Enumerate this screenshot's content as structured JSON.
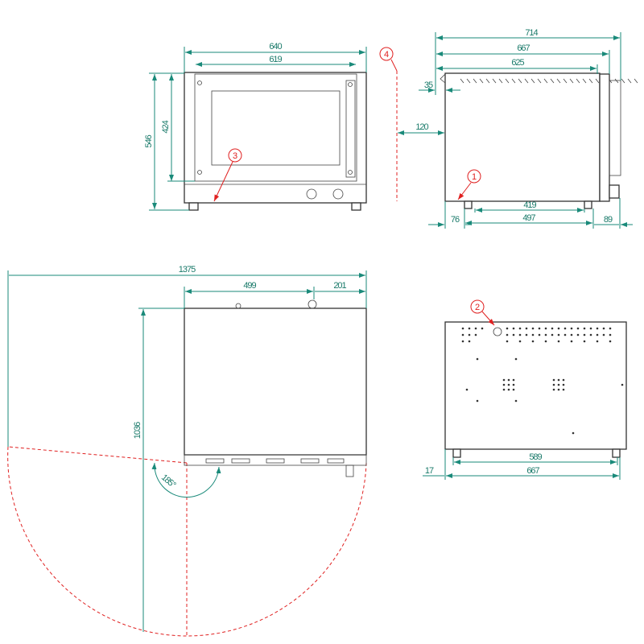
{
  "front_view": {
    "width_outer": "640",
    "width_inner": "619",
    "height_total": "546",
    "height_door": "424",
    "callout": "3"
  },
  "side_view": {
    "depth_total": "714",
    "depth_body": "667",
    "depth_top": "625",
    "offset_top": "35",
    "clearance": "120",
    "feet_inner": "419",
    "feet_outer": "497",
    "rear_offset": "76",
    "front_offset": "89",
    "callout": "1",
    "plane_callout": "4"
  },
  "top_view": {
    "total_width": "1375",
    "left_to_fitting": "499",
    "fitting_to_right": "201",
    "door_swing_depth": "1036",
    "door_angle": "185°"
  },
  "rear_view": {
    "feet_span": "589",
    "width": "667",
    "side_offset": "17",
    "callout": "2"
  },
  "colors": {
    "dimension": "#1a8a7a",
    "callout": "#e02020"
  }
}
